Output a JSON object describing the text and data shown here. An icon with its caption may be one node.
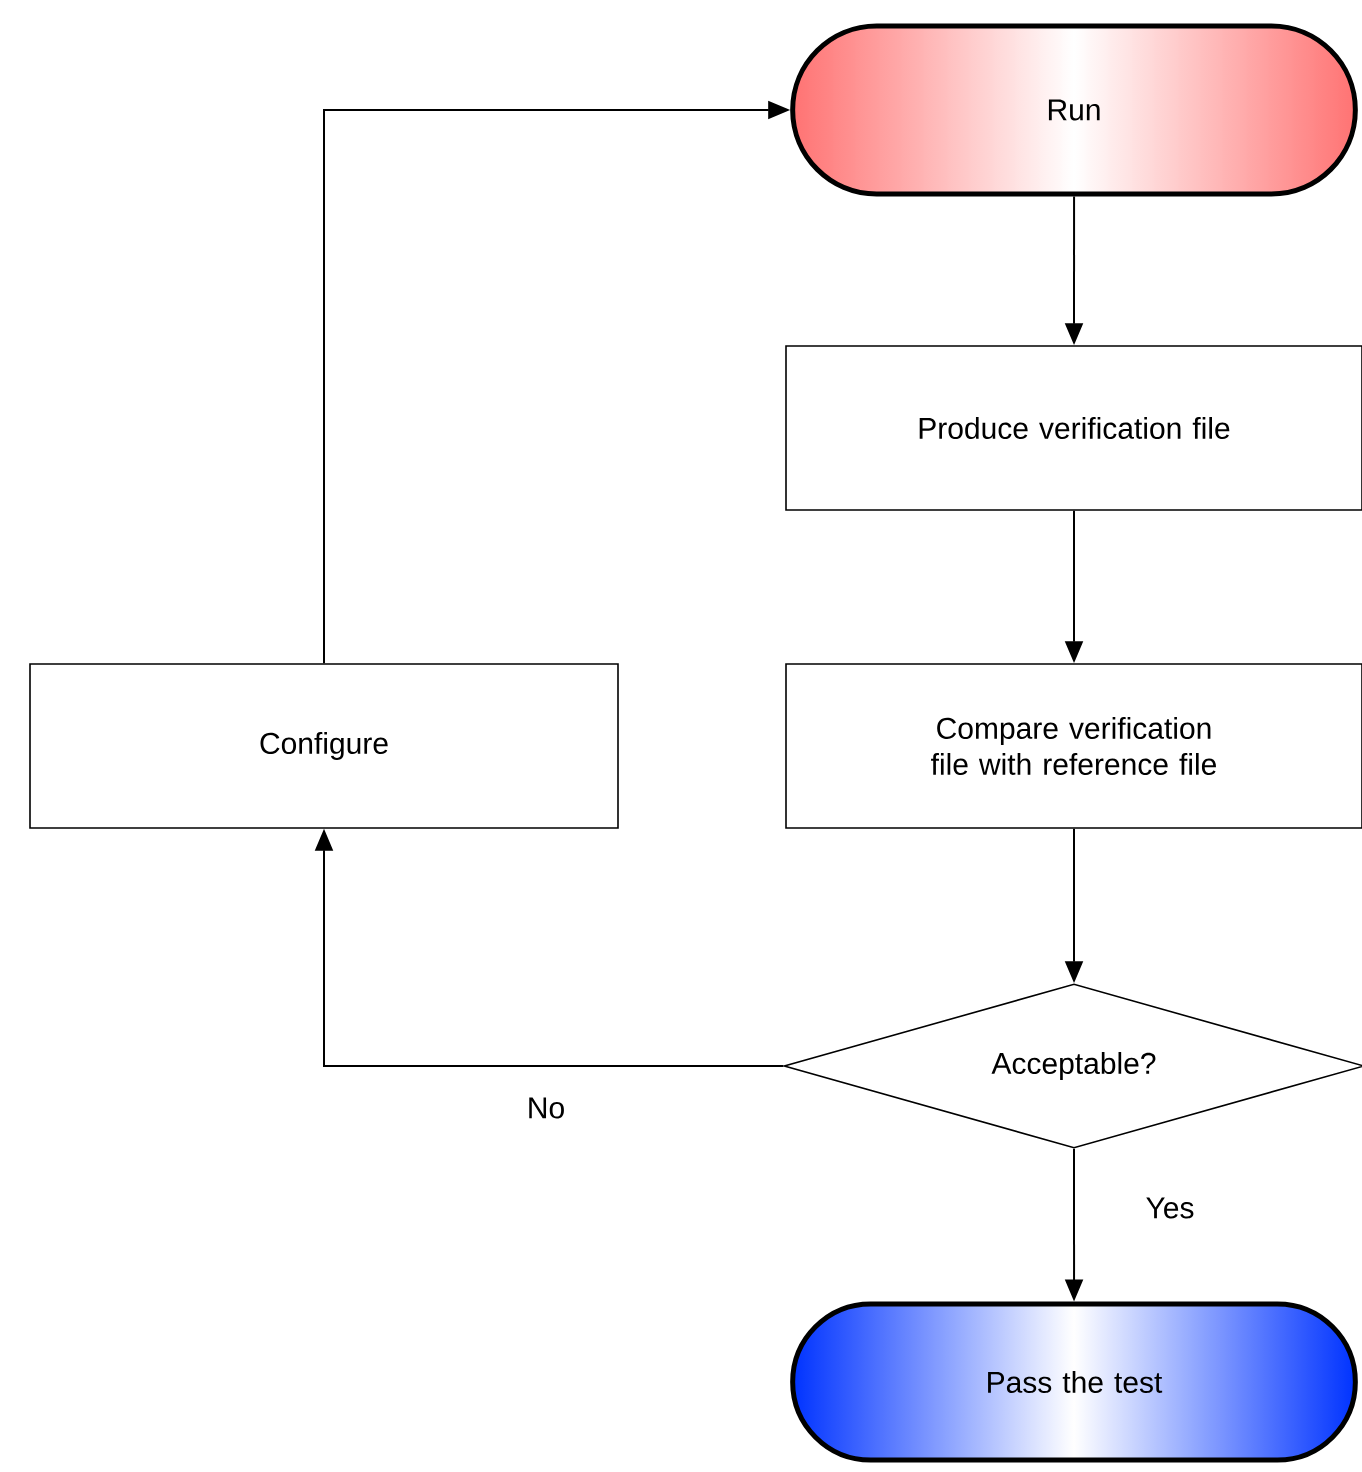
{
  "diagram": {
    "nodes": [
      {
        "text": [
          "Run"
        ]
      },
      {
        "text": [
          "Produce verification file"
        ]
      },
      {
        "text": [
          "Compare verification file with reference file"
        ]
      },
      {
        "text": [
          "Acceptable?"
        ]
      },
      {
        "text": [
          "Pass the test"
        ]
      },
      {
        "text": [
          "Configure"
        ]
      }
    ],
    "edges": [
      {
        "from": 0,
        "to": 1,
        "arrow": "to"
      },
      {
        "from": 1,
        "to": 2,
        "arrow": "to"
      },
      {
        "from": 2,
        "to": 3,
        "arrow": "to"
      },
      {
        "from": 3,
        "to": 4,
        "arrow": "to",
        "label": "Yes"
      },
      {
        "from": 3,
        "to": 5,
        "arrow": "to",
        "label": "No"
      },
      {
        "from": 5,
        "to": 0,
        "arrow": "to"
      }
    ]
  }
}
